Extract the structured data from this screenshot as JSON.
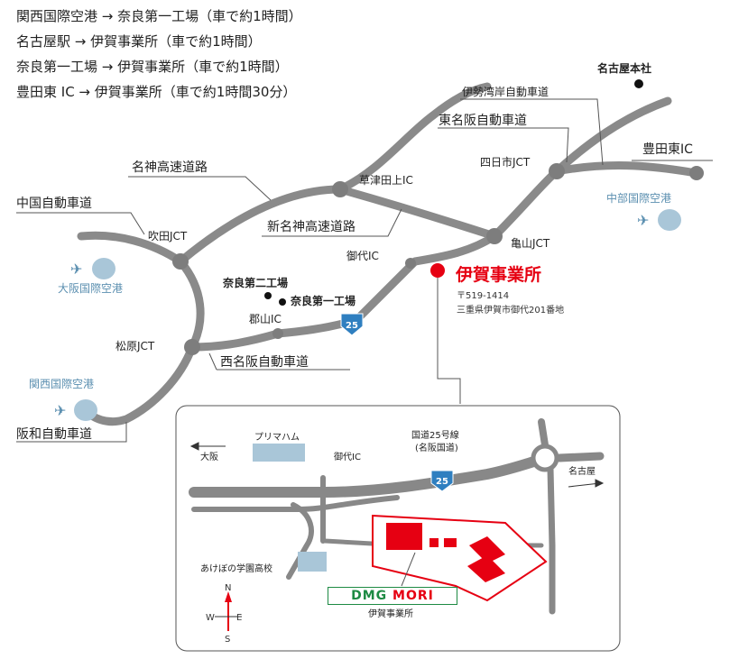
{
  "routes": [
    "関西国際空港 → 奈良第一工場（車で約1時間）",
    "名古屋駅 → 伊賀事業所（車で約1時間）",
    "奈良第一工場 → 伊賀事業所（車で約1時間）",
    "豊田東 IC → 伊賀事業所（車で約1時間30分）"
  ],
  "labels": {
    "nagoya_hq": "名古屋本社",
    "isewangan": "伊勢湾岸自動車道",
    "higashimeihan": "東名阪自動車道",
    "yokkaichi_jct": "四日市JCT",
    "toyota_higashi": "豊田東IC",
    "chubu_airport": "中部国際空港",
    "meishin": "名神高速道路",
    "kusatsu_tagami": "草津田上IC",
    "chugoku": "中国自動車道",
    "suita_jct": "吹田JCT",
    "shinmeishin": "新名神高速道路",
    "kameyama_jct": "亀山JCT",
    "oyodai_ic": "御代IC",
    "osaka_airport": "大阪国際空港",
    "nara2": "奈良第二工場",
    "nara1": "奈良第一工場",
    "koriyama_ic": "郡山IC",
    "matsubara_jct": "松原JCT",
    "nishimeihan": "西名阪自動車道",
    "kansai_airport": "関西国際空港",
    "hanwa": "阪和自動車道",
    "route25": "25"
  },
  "iga": {
    "title": "伊賀事業所",
    "postal": "〒519-1414",
    "address": "三重県伊賀市御代201番地"
  },
  "inset": {
    "osaka": "大阪",
    "primaham": "プリマハム",
    "oyodai_ic": "御代IC",
    "route_line1": "国道25号線",
    "route_line2": "(名阪国道)",
    "route25": "25",
    "nagoya": "名古屋",
    "school": "あけぼの学園高校",
    "logo_dmg": "DMG",
    "logo_mori": "MORI",
    "logo_sub": "伊賀事業所",
    "compass_n": "N",
    "compass_s": "S",
    "compass_e": "E",
    "compass_w": "W"
  },
  "colors": {
    "road": "#888888",
    "junction": "#7d7d7d",
    "accent_red": "#e60012",
    "route_blue": "#2f7fc0",
    "airport_blue": "#5b8fb0",
    "logo_green": "#1d8a43"
  }
}
